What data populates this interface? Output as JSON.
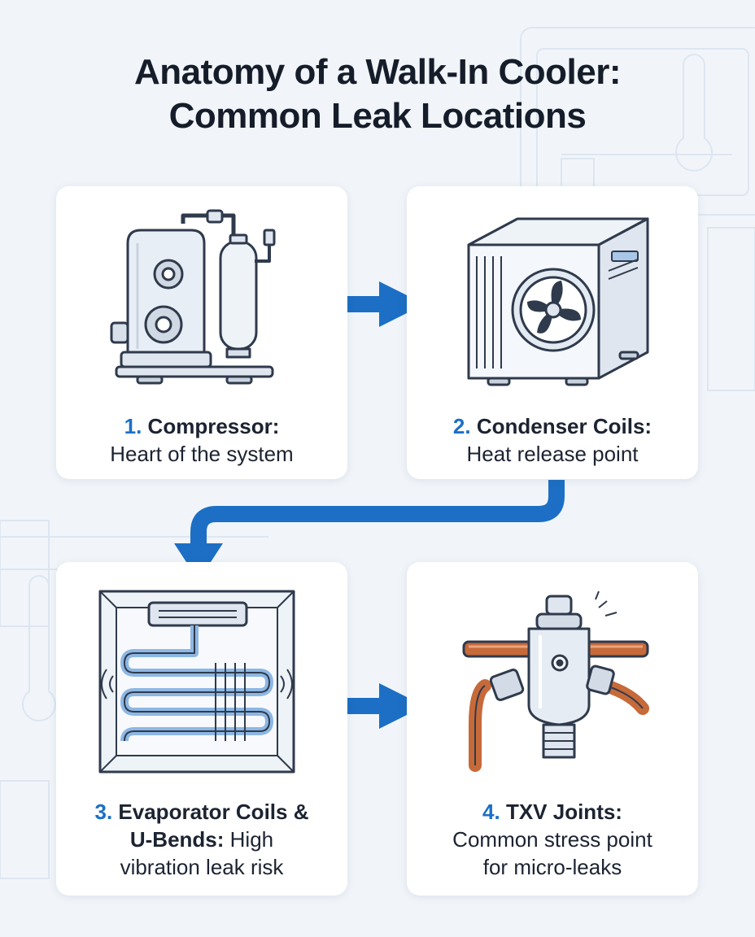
{
  "title": {
    "line1": "Anatomy of a Walk-In Cooler:",
    "line2": "Common Leak Locations"
  },
  "steps": [
    {
      "number": "1.",
      "heading": "Compressor:",
      "desc": "Heart of the system"
    },
    {
      "number": "2.",
      "heading": "Condenser Coils:",
      "desc": "Heat release point"
    },
    {
      "number": "3.",
      "heading_l1": "Evaporator Coils &",
      "heading_l2": "U-Bends:",
      "desc_l2": "High",
      "desc_l3": "vibration leak risk"
    },
    {
      "number": "4.",
      "heading": "TXV Joints:",
      "desc_l2": "Common stress point",
      "desc_l3": "for micro-leaks"
    }
  ],
  "colors": {
    "accent": "#1c6fc4",
    "card": "#ffffff",
    "background": "#f1f5fa",
    "outline": "#2f3a4c",
    "copper": "#c66a3a"
  }
}
